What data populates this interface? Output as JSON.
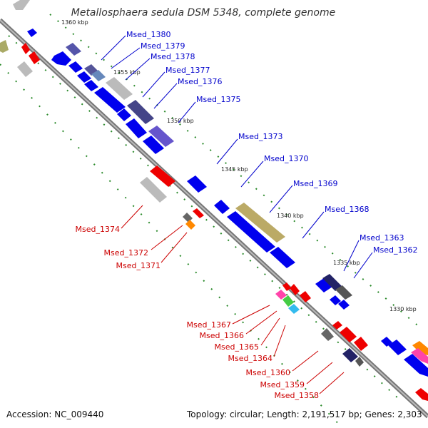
{
  "title": "Metallosphaera sedula DSM 5348, complete genome",
  "ticks": [
    "1360 kbp",
    "1355 kbp",
    "1350 kbp",
    "1345 kbp",
    "1340 kbp",
    "1335 kbp",
    "1330 kbp"
  ],
  "forward_genes": [
    "Msed_1380",
    "Msed_1379",
    "Msed_1378",
    "Msed_1377",
    "Msed_1376",
    "Msed_1375",
    "Msed_1373",
    "Msed_1370",
    "Msed_1369",
    "Msed_1368",
    "Msed_1363",
    "Msed_1362"
  ],
  "reverse_genes": [
    "Msed_1374",
    "Msed_1372",
    "Msed_1371",
    "Msed_1367",
    "Msed_1366",
    "Msed_1365",
    "Msed_1364",
    "Msed_1360",
    "Msed_1359",
    "Msed_1358"
  ],
  "footer": {
    "accession": "Accession: NC_009440",
    "topology": "Topology: circular; Length: 2,191,517 bp; Genes: 2,303"
  },
  "colors": {
    "forward_strand": "#0000ee",
    "reverse_strand": "#ee0000",
    "backbone": "#888888",
    "tick_marks": "#228822"
  }
}
